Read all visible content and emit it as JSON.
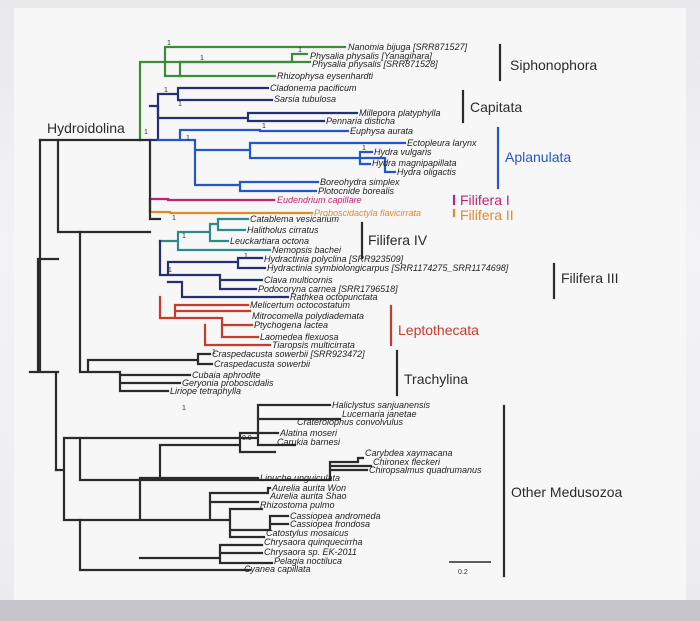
{
  "root_label": "Hydroidolina",
  "support_value": "1",
  "node_value_09": "0.9",
  "scale_label": "0.2",
  "taxa": [
    "Nanomia bijuga [SRR871527]",
    "Physalia physalis [Yanagihara]",
    "Physalia physalis [SRR871528]",
    "Rhizophysa eysenhardti",
    "Cladonema pacificum",
    "Sarsia tubulosa",
    "Millepora platyphylla",
    "Pennaria disticha",
    "Euphysa aurata",
    "Ectopleura larynx",
    "Hydra vulgaris",
    "Hydra magnipapillata",
    "Hydra oligactis",
    "Boreohydra simplex",
    "Plotocnide borealis",
    "Eudendrium capillare",
    "Proboscidactyla flavicirrata",
    "Catablema vesicarium",
    "Halitholus cirratus",
    "Leuckartiara octona",
    "Nemopsis bachei",
    "Hydractinia polyclina [SRR923509]",
    "Hydractinia symbiolongicarpus [SRR1174275_SRR1174698]",
    "Clava multicornis",
    "Podocoryna carnea [SRR1796518]",
    "Rathkea octopunctata",
    "Melicertum octocostatum",
    "Mitrocomella polydiademata",
    "Ptychogena lactea",
    "Laomedea flexuosa",
    "Tiaropsis multicirrata",
    "Craspedacusta sowerbii [SRR923472]",
    "Craspedacusta sowerbii",
    "Cubaia aphrodite",
    "Geryonia proboscidalis",
    "Liriope tetraphylla",
    "Haliclystus sanjuanensis",
    "Lucernaria janetae",
    "Craterolophus convolvulus",
    "Alatina moseri",
    "Carukia barnesi",
    "Carybdea xaymacana",
    "Chironex fleckeri",
    "Chiropsalmus quadrumanus",
    "Linuche unguiculata",
    "Aurelia aurita Won",
    "Aurelia aurita Shao",
    "Rhizostoma pulmo",
    "Cassiopea andromeda",
    "Cassiopea frondosa",
    "Catostylus mosaicus",
    "Chrysaora quinquecirrha",
    "Chrysaora sp. EK-2011",
    "Pelagia noctiluca",
    "Cyanea capillata"
  ],
  "clades": [
    {
      "label": "Siphonophora",
      "color": "#2b2b2b"
    },
    {
      "label": "Capitata",
      "color": "#2b2b2b"
    },
    {
      "label": "Aplanulata",
      "color": "#2456c8"
    },
    {
      "label": "Filifera I",
      "color": "#c0246e"
    },
    {
      "label": "Filifera II",
      "color": "#e08a2e"
    },
    {
      "label": "Filifera IV",
      "color": "#2b2b2b"
    },
    {
      "label": "Filifera III",
      "color": "#2b2b2b"
    },
    {
      "label": "Leptothecata",
      "color": "#c63b2b"
    },
    {
      "label": "Trachylina",
      "color": "#2b2b2b"
    },
    {
      "label": "Other Medusozoa",
      "color": "#2b2b2b"
    }
  ],
  "colors": {
    "siphonophora_branch": "#3f8a3a",
    "capitata_branch": "#24306f",
    "aplanulata_branch": "#2456c8",
    "filifera1_branch": "#c0246e",
    "filifera2_branch": "#e08a2e",
    "filifera4_branch": "#2d8a86",
    "leptothecata_branch": "#c63b2b"
  }
}
